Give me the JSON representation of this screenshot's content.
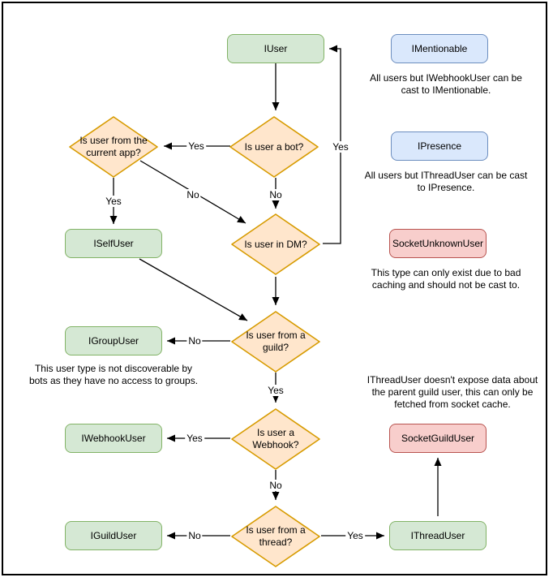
{
  "diagram": {
    "title_hint": "User types decision flowchart",
    "colors": {
      "interface_fill": "#d5e8d4",
      "interface_stroke": "#82b366",
      "decision_fill": "#ffe6cc",
      "decision_stroke": "#d79b00",
      "castable_fill": "#dae8fc",
      "castable_stroke": "#6c8ebf",
      "socket_fill": "#f8cecc",
      "socket_stroke": "#b85450",
      "edge_color": "#000000"
    },
    "nodes": {
      "iuser": {
        "label": "IUser",
        "kind": "green"
      },
      "imentionable": {
        "label": "IMentionable",
        "kind": "blue"
      },
      "ipresence": {
        "label": "IPresence",
        "kind": "blue"
      },
      "socketunknownuser": {
        "label": "SocketUnknownUser",
        "kind": "red"
      },
      "iselfuser": {
        "label": "ISelfUser",
        "kind": "green"
      },
      "igroupuser": {
        "label": "IGroupUser",
        "kind": "green"
      },
      "iwebhookuser": {
        "label": "IWebhookUser",
        "kind": "green"
      },
      "iguilduser": {
        "label": "IGuildUser",
        "kind": "green"
      },
      "socketguilduser": {
        "label": "SocketGuildUser",
        "kind": "red"
      },
      "ithreaduser": {
        "label": "IThreadUser",
        "kind": "green"
      }
    },
    "decisions": {
      "current_app": {
        "label": "Is user from the current app?"
      },
      "is_bot": {
        "label": "Is user a bot?"
      },
      "in_dm": {
        "label": "Is user in DM?"
      },
      "from_guild": {
        "label": "Is user from a guild?"
      },
      "is_webhook": {
        "label": "Is user a Webhook?"
      },
      "from_thread": {
        "label": "Is user from a thread?"
      }
    },
    "edge_labels": {
      "bot_to_app_yes": "Yes",
      "bot_to_dm_no": "No",
      "app_to_self_yes": "Yes",
      "app_to_dm_no": "No",
      "dm_to_iuser_yes": "Yes",
      "guild_to_group_no": "No",
      "guild_to_webhook_yes": "Yes",
      "webhook_to_iwebhook_yes": "Yes",
      "webhook_to_thread_no": "No",
      "thread_to_iguild_no": "No",
      "thread_to_ithread_yes": "Yes"
    },
    "notes": {
      "mentionable": "All users but IWebhookUser can be cast to IMentionable.",
      "presence": "All users but IThreadUser can be cast to IPresence.",
      "unknown": "This type can only exist due to bad caching and should not be cast to.",
      "group": "This user type is not discoverable by bots as they have no access to groups.",
      "thread": "IThreadUser doesn't expose data about the parent guild user, this can only be fetched from socket cache."
    }
  }
}
